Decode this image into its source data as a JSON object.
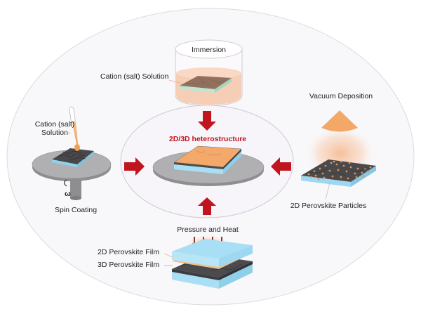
{
  "diagram": {
    "center": {
      "title": "2D/3D heterostructure"
    },
    "methods": {
      "immersion": {
        "title": "Immersion",
        "label": "Cation (salt) Solution"
      },
      "spin_coating": {
        "title": "Spin Coating",
        "label_line1": "Cation (salt)",
        "label_line2": "Solution",
        "rotation_symbol": "ω"
      },
      "vacuum_deposition": {
        "title": "Vacuum Deposition",
        "label": "2D Perovskite Particles"
      },
      "pressure_heat": {
        "title": "Pressure and Heat",
        "label_top": "2D Perovskite Film",
        "label_bottom": "3D Perovskite Film"
      }
    },
    "colors": {
      "arrow": "#c0141e",
      "substrate": "#a8dcf2",
      "perovskite_3d": "#555558",
      "perovskite_2d": "#f2a868",
      "solution": "#f6c9b0",
      "disk": "#a9a9ab",
      "outline": "#d8d4de"
    }
  }
}
